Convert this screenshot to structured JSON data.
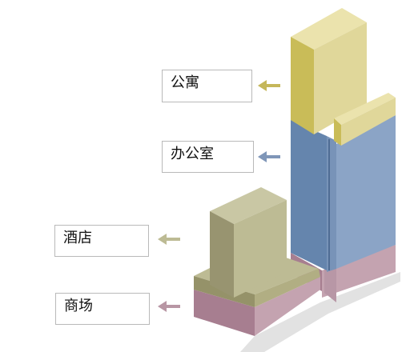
{
  "labels": {
    "apartment": "公寓",
    "office": "办公室",
    "hotel": "酒店",
    "mall": "商场"
  },
  "colors": {
    "apartment": "#e0d79a",
    "office": "#8fa6c8",
    "hotel": "#bdbb94",
    "mall": "#c6a6b2",
    "ground_shadow": "#dcdcdc"
  },
  "icons": {
    "arrow": "arrow-left-icon"
  }
}
